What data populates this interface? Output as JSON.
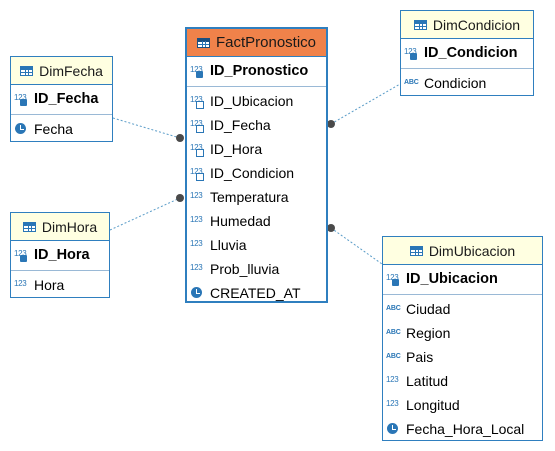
{
  "tables": {
    "fact": {
      "name": "FactPronostico",
      "pk": "ID_Pronostico",
      "columns": [
        "ID_Ubicacion",
        "ID_Fecha",
        "ID_Hora",
        "ID_Condicion",
        "Temperatura",
        "Humedad",
        "Lluvia",
        "Prob_lluvia",
        "CREATED_AT"
      ]
    },
    "dim_fecha": {
      "name": "DimFecha",
      "pk": "ID_Fecha",
      "columns": [
        "Fecha"
      ]
    },
    "dim_hora": {
      "name": "DimHora",
      "pk": "ID_Hora",
      "columns": [
        "Hora"
      ]
    },
    "dim_condicion": {
      "name": "DimCondicion",
      "pk": "ID_Condicion",
      "columns": [
        "Condicion"
      ]
    },
    "dim_ubicacion": {
      "name": "DimUbicacion",
      "pk": "ID_Ubicacion",
      "columns": [
        "Ciudad",
        "Region",
        "Pais",
        "Latitud",
        "Longitud",
        "Fecha_Hora_Local"
      ]
    }
  },
  "colors": {
    "border": "#2f7fbf",
    "fact_header": "#f0824a",
    "dim_header": "#ffffe1",
    "link": "#5a9cc8",
    "dot": "#4a4a4a"
  },
  "icons": {
    "table": "table-icon",
    "numeric": "numeric-column-icon",
    "text": "text-column-icon",
    "datetime": "clock-icon"
  }
}
